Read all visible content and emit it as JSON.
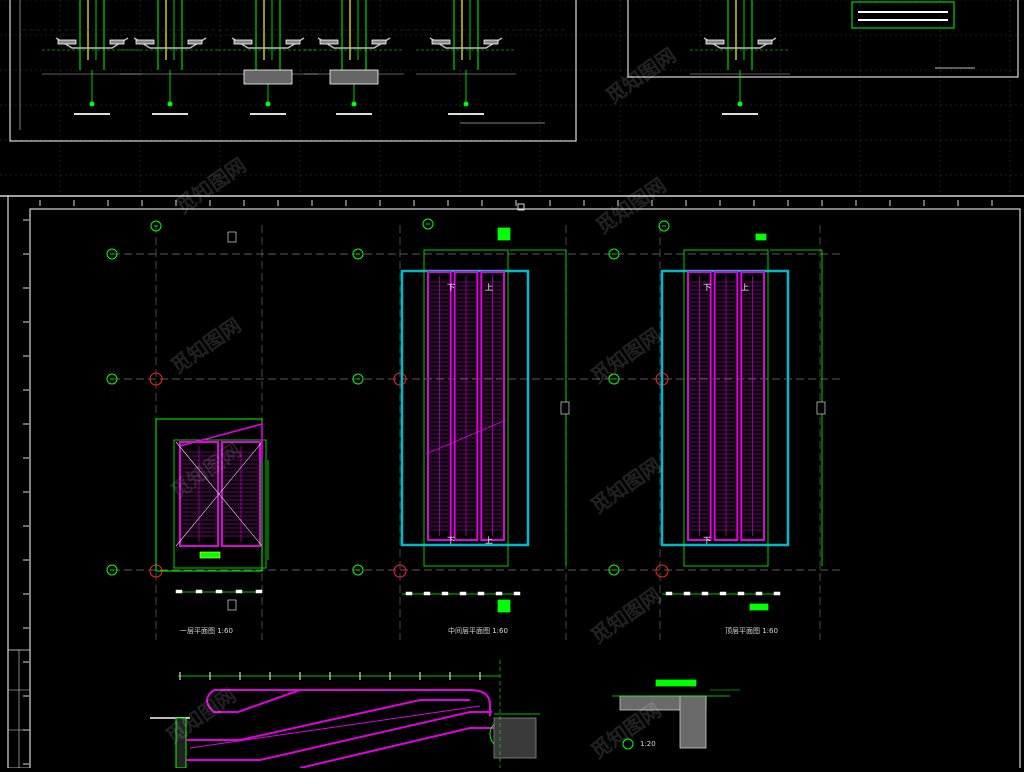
{
  "drawing": {
    "colors": {
      "background": "#000000",
      "frame": "#d8d8d8",
      "grid": "#3a3a3a",
      "axis": "#00ff00",
      "escalator": "#e000e0",
      "pit": "#00b8c8",
      "structure": "#9a9a9a",
      "bubble": "#ff2020",
      "accent": "#ffff00"
    },
    "plan_titles": {
      "first_floor": "一层平面图  1:60",
      "middle_floor": "中间层平面图  1:60",
      "top_floor": "顶层平面图  1:60"
    },
    "detail_scale": "1:20",
    "direction_labels": {
      "down": "下",
      "up": "上"
    },
    "watermark_text": "觅知图网"
  }
}
